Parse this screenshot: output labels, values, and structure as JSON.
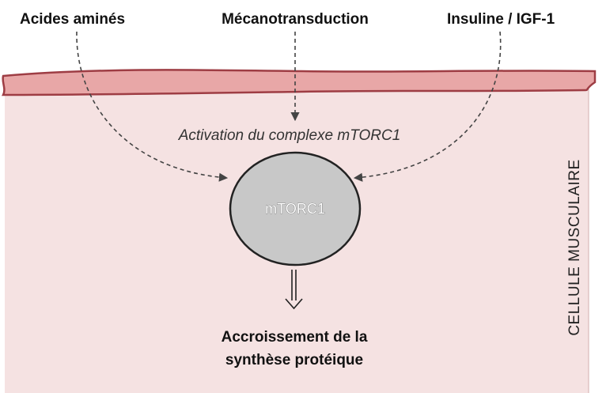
{
  "inputs": {
    "amino_acids": "Acides aminés",
    "mechanotransduction": "Mécanotransduction",
    "insulin": "Insuline / IGF-1"
  },
  "caption": "Activation du complexe mTORC1",
  "node": {
    "label": "mTORC1"
  },
  "output": {
    "line1": "Accroissement de la",
    "line2": "synthèse protéique"
  },
  "cell_label": "CELLULE MUSCULAIRE",
  "colors": {
    "cell_fill": "#f5e2e2",
    "membrane_fill": "#e8a7a7",
    "membrane_stroke": "#9e3d44",
    "node_fill": "#c8c8c8",
    "node_stroke": "#222222"
  }
}
